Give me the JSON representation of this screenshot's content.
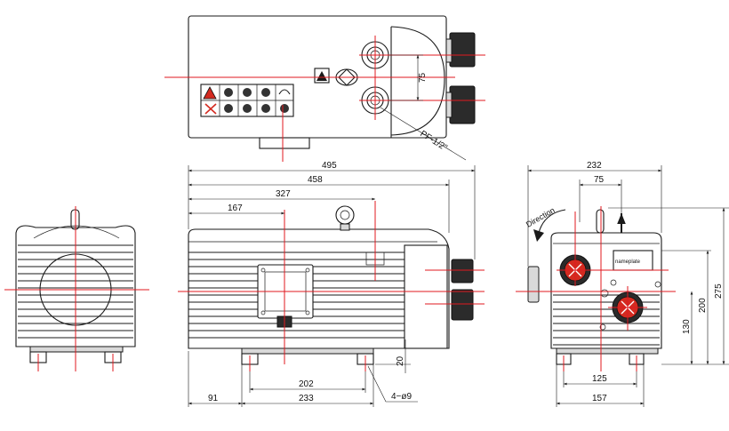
{
  "top_view": {
    "dim_port_spacing": "75",
    "port_thread": "PF-1/2\""
  },
  "front_view": {
    "dim_length_overall": "495",
    "dim_length_body": "458",
    "dim_to_eyebolt": "327",
    "dim_to_box": "167",
    "dim_foot_inner": "202",
    "dim_foot_outer": "233",
    "dim_foot_offset": "91",
    "dim_foot_height": "20",
    "holes_label": "4−ø9"
  },
  "side_view": {
    "dim_width_overall": "232",
    "dim_port_offset": "75",
    "dim_height_total": "275",
    "dim_height_top": "200",
    "dim_height_center": "130",
    "dim_foot_inner": "125",
    "dim_foot_outer": "157",
    "direction_label": "Direction",
    "nameplate_label": "nameplate"
  },
  "colors": {
    "centerline": "#e0191f",
    "warning_red": "#d42a20",
    "outline": "#1a1a1a"
  }
}
